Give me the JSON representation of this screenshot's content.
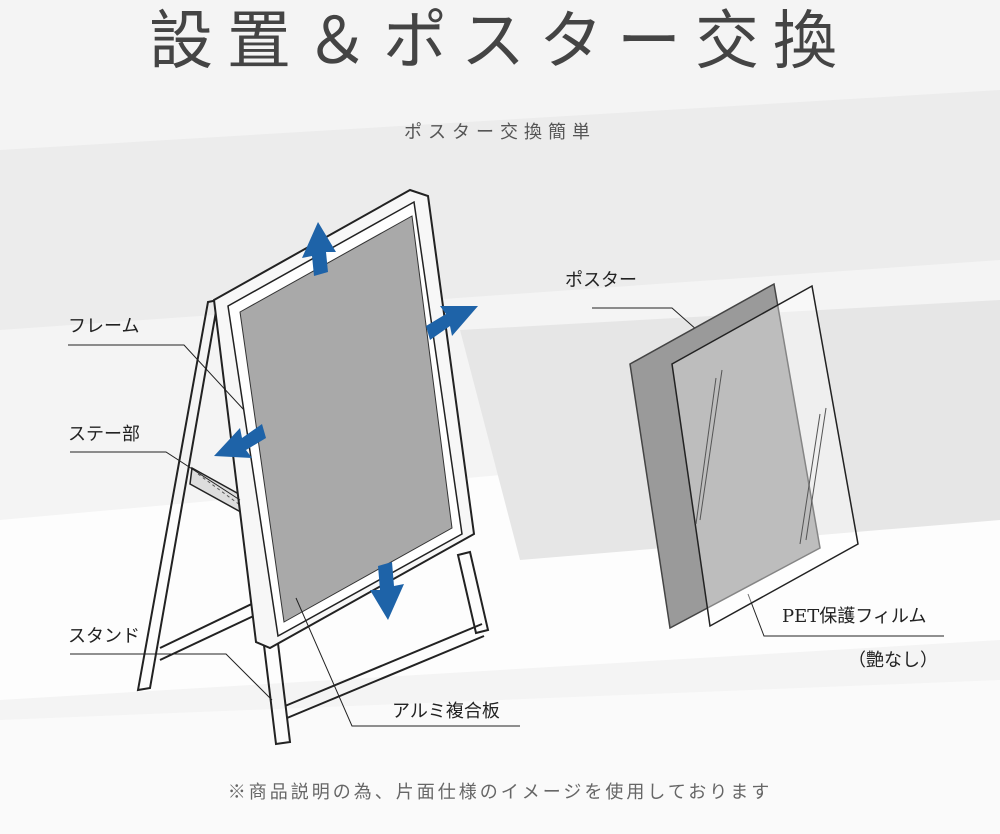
{
  "page": {
    "title": "設置＆ポスター交換",
    "subtitle": "ポスター交換簡単",
    "note": "※商品説明の為、片面仕様のイメージを使用しております"
  },
  "labels": {
    "frame": "フレーム",
    "stay": "ステー部",
    "stand": "スタンド",
    "aluminum": "アルミ複合板",
    "poster": "ポスター",
    "pet_film": "PET保護フィルム",
    "pet_sub": "（艶なし）"
  },
  "colors": {
    "arrow": "#1e63a8",
    "panel": "#a9a9a9",
    "poster": "#9a9a9a",
    "line": "#222222"
  }
}
